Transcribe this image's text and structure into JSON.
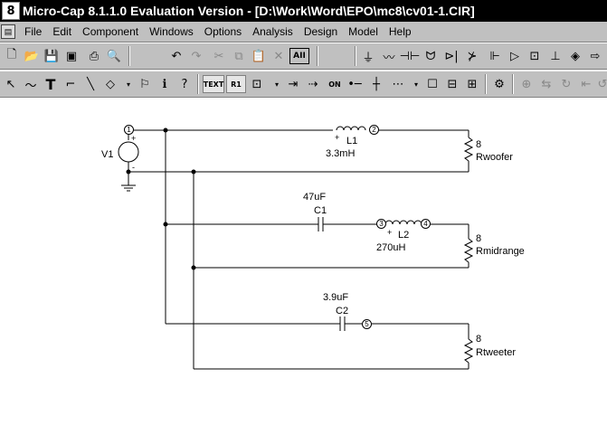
{
  "window": {
    "app_icon": "8",
    "title": "Micro-Cap 8.1.1.0 Evaluation Version - [D:\\Work\\Word\\EPO\\mc8\\cv01-1.CIR]"
  },
  "menu": {
    "doc_icon": "doc-icon",
    "items": [
      "File",
      "Edit",
      "Component",
      "Windows",
      "Options",
      "Analysis",
      "Design",
      "Model",
      "Help"
    ]
  },
  "toolbar1": {
    "icons": [
      "new-file-icon",
      "open-folder-icon",
      "save-icon",
      "save-all-icon",
      "print-icon",
      "print-preview-icon",
      "undo-icon",
      "redo-icon",
      "cut-icon",
      "copy-icon",
      "paste-icon",
      "delete-icon",
      "select-all-icon",
      "ground-icon",
      "resistor-icon",
      "capacitor-icon",
      "inductor-icon",
      "diode-icon",
      "battery-icon",
      "npn-transistor-icon",
      "opamp-icon",
      "source-icon",
      "tee-icon",
      "node-icon",
      "arrow-icon"
    ],
    "select_all_label": "AII"
  },
  "toolbar2": {
    "text_button": "TEXT",
    "node_names_button": "R1",
    "pin_button": "ON"
  },
  "schematic": {
    "v1": {
      "name": "V1",
      "plus": "+",
      "minus": "-"
    },
    "l1": {
      "name": "L1",
      "value": "3.3mH",
      "plus": "+"
    },
    "rwoofer": {
      "name": "Rwoofer",
      "value": "8"
    },
    "c1": {
      "name": "C1",
      "value": "47uF"
    },
    "l2": {
      "name": "L2",
      "value": "270uH",
      "plus": "+"
    },
    "rmid": {
      "name": "Rmidrange",
      "value": "8"
    },
    "c2": {
      "name": "C2",
      "value": "3.9uF"
    },
    "rtweet": {
      "name": "Rtweeter",
      "value": "8"
    },
    "nodes": [
      "1",
      "2",
      "3",
      "4",
      "5"
    ]
  }
}
